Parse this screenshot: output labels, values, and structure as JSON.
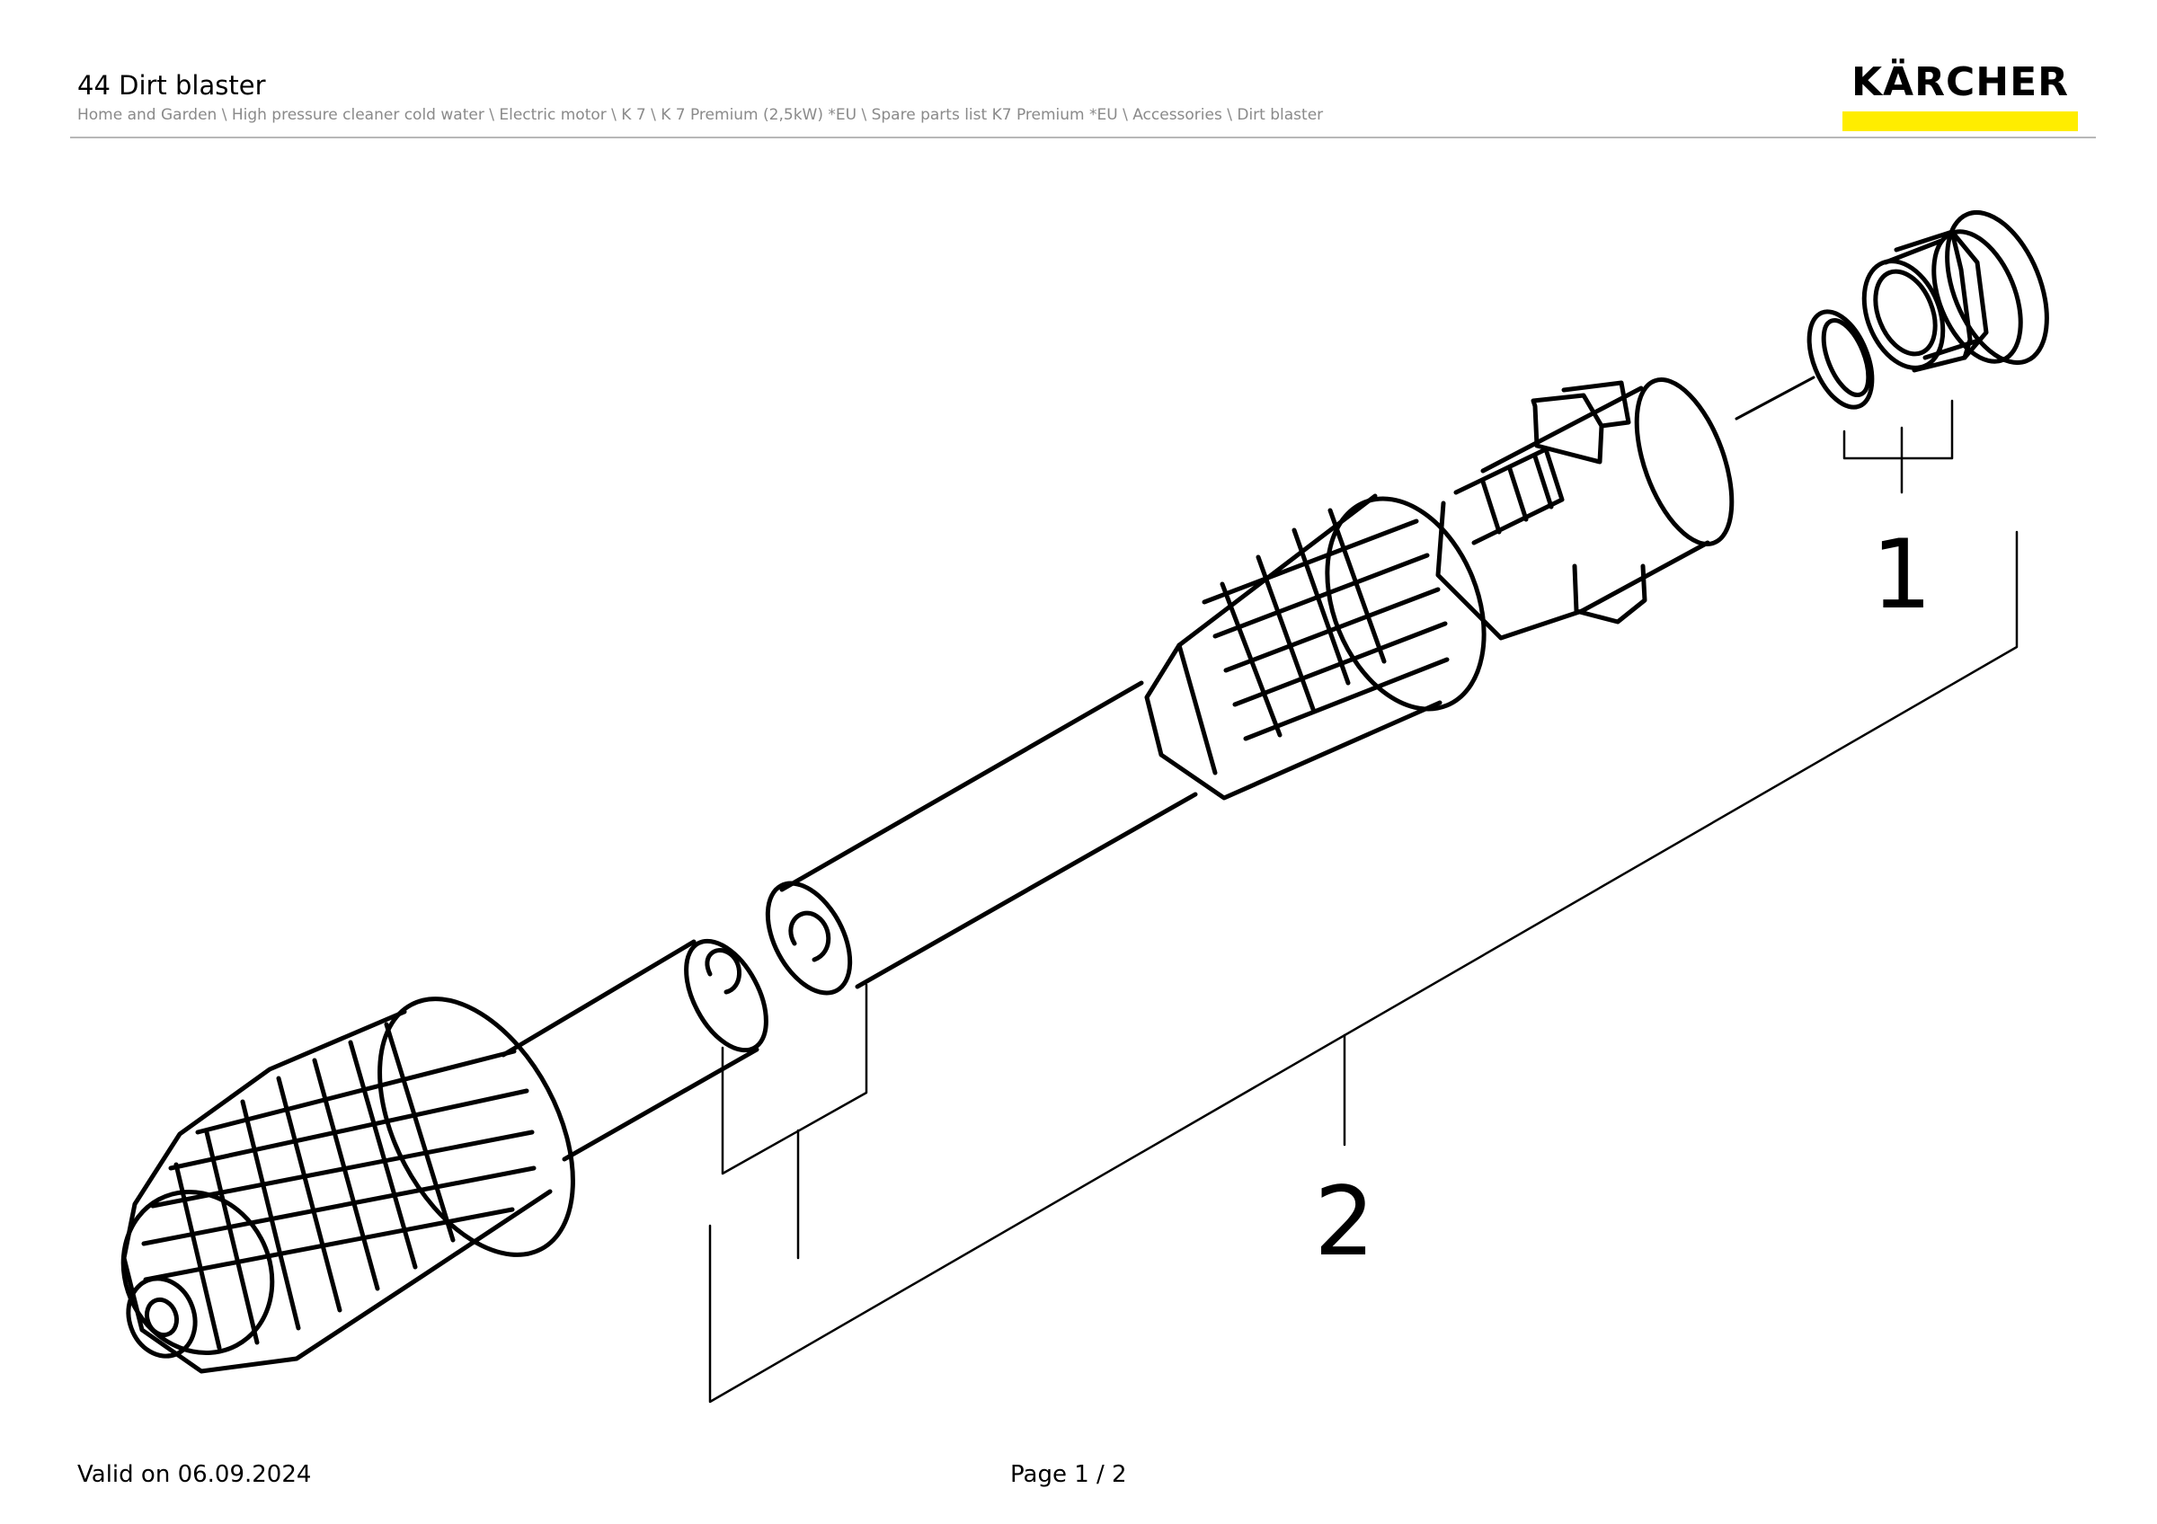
{
  "header": {
    "title": "44 Dirt blaster",
    "breadcrumb": "Home and Garden \\ High pressure cleaner cold water \\ Electric motor \\ K 7 \\ K 7 Premium (2,5kW) *EU \\ Spare parts list K7 Premium *EU \\ Accessories \\ Dirt blaster"
  },
  "logo": {
    "text": "KÄRCHER",
    "bar_color": "#ffed00"
  },
  "diagram": {
    "callouts": [
      {
        "number": "1"
      },
      {
        "number": "2"
      }
    ]
  },
  "footer": {
    "valid": "Valid on 06.09.2024",
    "page": "Page 1 / 2"
  }
}
